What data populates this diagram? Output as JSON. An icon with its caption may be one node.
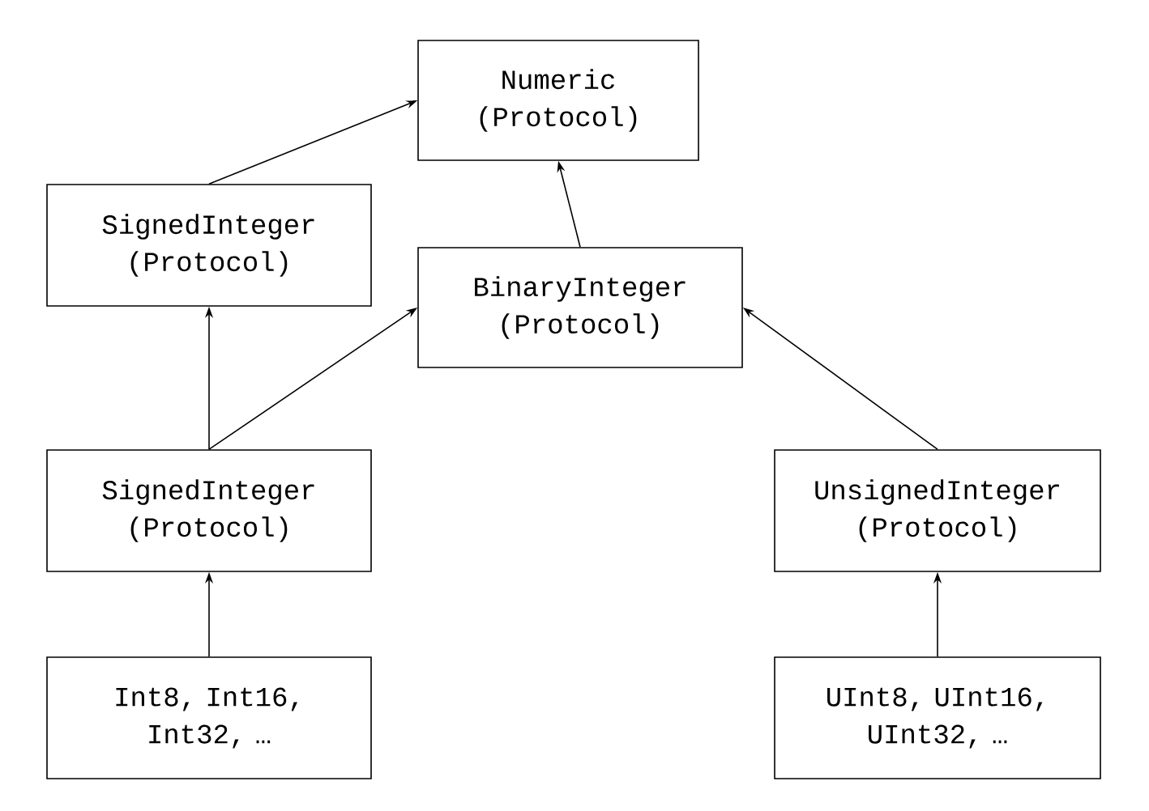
{
  "diagram": {
    "nodes": [
      {
        "text": [
          "Numeric (Protocol)"
        ]
      },
      {
        "text": [
          "SignedInteger (Protocol)"
        ]
      },
      {
        "text": [
          "BinaryInteger (Protocol)"
        ]
      },
      {
        "text": [
          "SignedInteger (Protocol)"
        ]
      },
      {
        "text": [
          "UnsignedInteger (Protocol)"
        ]
      },
      {
        "text": [
          "Int8, Int16, Int32, …"
        ]
      },
      {
        "text": [
          "UInt8, UInt16, UInt32, …"
        ]
      }
    ],
    "edges": [
      {
        "from": 1,
        "to": 0,
        "arrow": "to"
      },
      {
        "from": 2,
        "to": 0,
        "arrow": "to"
      },
      {
        "from": 3,
        "to": 1,
        "arrow": "to"
      },
      {
        "from": 3,
        "to": 2,
        "arrow": "to"
      },
      {
        "from": 4,
        "to": 2,
        "arrow": "to"
      },
      {
        "from": 5,
        "to": 3,
        "arrow": "to"
      },
      {
        "from": 6,
        "to": 4,
        "arrow": "to"
      }
    ]
  }
}
